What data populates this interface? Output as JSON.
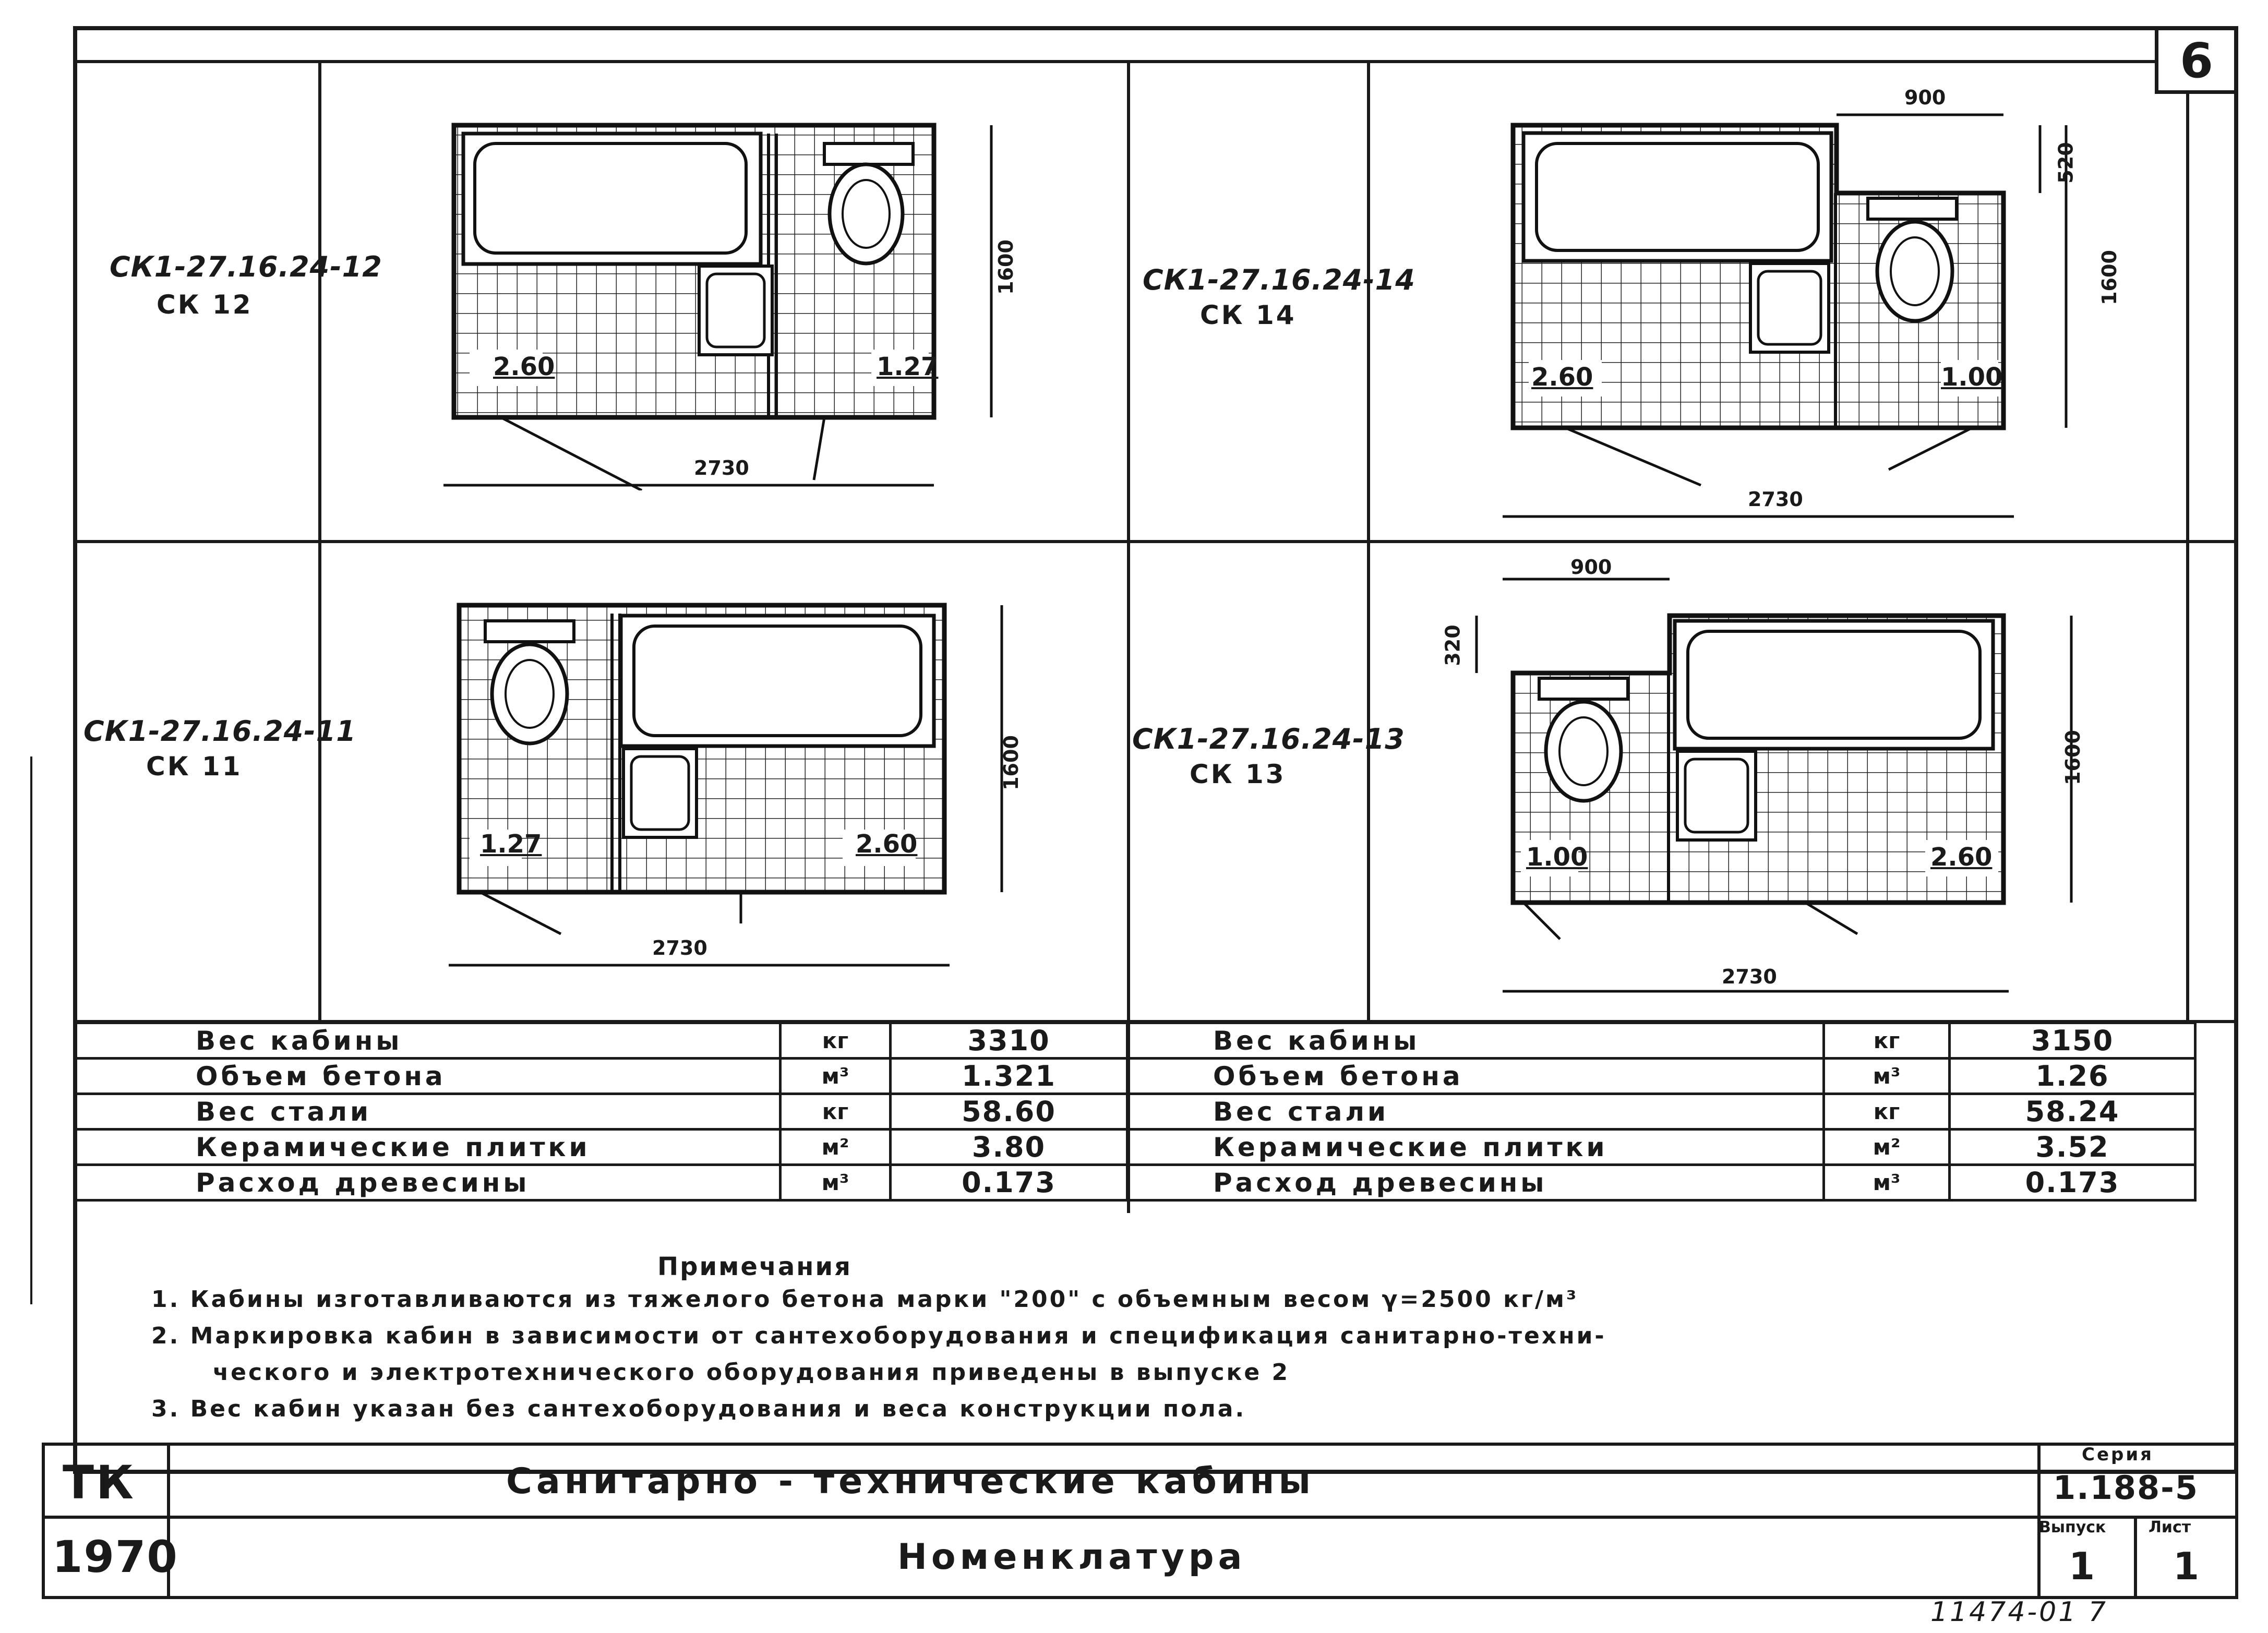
{
  "sheet_number": "6",
  "cabins": [
    {
      "code": "СК1-27.16.24-12",
      "short": "СК 12",
      "width_dim": "2730",
      "height_dim": "1600",
      "area_left": "2.60",
      "area_right": "1.27"
    },
    {
      "code": "СК1-27.16.24-14",
      "short": "СК 14",
      "width_dim": "2730",
      "height_dim": "1600",
      "area_left": "2.60",
      "area_right": "1.00",
      "extra_dim_h": "900",
      "extra_dim_v": "520"
    },
    {
      "code": "СК1-27.16.24-11",
      "short": "СК 11",
      "width_dim": "2730",
      "height_dim": "1600",
      "area_left": "1.27",
      "area_right": "2.60"
    },
    {
      "code": "СК1-27.16.24-13",
      "short": "СК 13",
      "width_dim": "2730",
      "height_dim": "1600",
      "area_left": "1.00",
      "area_right": "2.60",
      "extra_dim_h": "900",
      "extra_dim_v": "320"
    }
  ],
  "props_left": [
    {
      "label": "Вес кабины",
      "unit": "кг",
      "value": "3310"
    },
    {
      "label": "Объем бетона",
      "unit": "м³",
      "value": "1.321"
    },
    {
      "label": "Вес стали",
      "unit": "кг",
      "value": "58.60"
    },
    {
      "label": "Керамические плитки",
      "unit": "м²",
      "value": "3.80"
    },
    {
      "label": "Расход древесины",
      "unit": "м³",
      "value": "0.173"
    }
  ],
  "props_right": [
    {
      "label": "Вес кабины",
      "unit": "кг",
      "value": "3150"
    },
    {
      "label": "Объем бетона",
      "unit": "м³",
      "value": "1.26"
    },
    {
      "label": "Вес стали",
      "unit": "кг",
      "value": "58.24"
    },
    {
      "label": "Керамические плитки",
      "unit": "м²",
      "value": "3.52"
    },
    {
      "label": "Расход древесины",
      "unit": "м³",
      "value": "0.173"
    }
  ],
  "notes": {
    "title": "Примечания",
    "items": [
      "1. Кабины изготавливаются из тяжелого бетона марки \"200\" с объемным весом γ=2500 кг/м³",
      "2. Маркировка кабин в зависимости от сантехоборудования и спецификация санитарно-техни-",
      "   ческого и электротехнического оборудования приведены в выпуске 2",
      "3. Вес кабин указан без сантехоборудования и веса конструкции пола."
    ]
  },
  "title_block": {
    "org": "ТК",
    "year": "1970",
    "title": "Санитарно - технические кабины",
    "subtitle": "Номенклатура",
    "series_label": "Серия",
    "series": "1.188-5",
    "issue_label": "Выпуск",
    "sheet_label": "Лист",
    "issue": "1",
    "sheet": "1"
  },
  "stamp": "11474-01 7"
}
